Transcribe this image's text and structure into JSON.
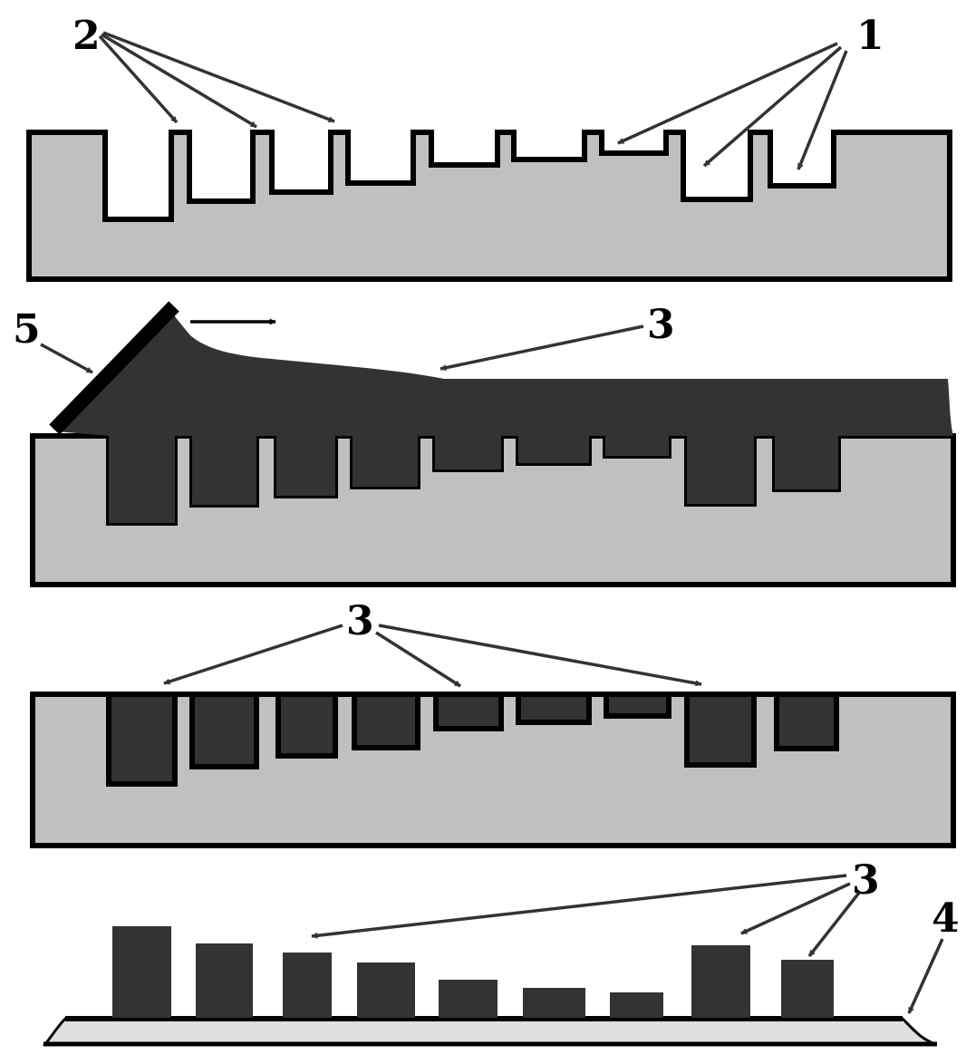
{
  "labels": {
    "one": "1",
    "two": "2",
    "three_a": "3",
    "three_b": "3",
    "three_c": "3",
    "four": "4",
    "five": "5"
  },
  "colors": {
    "mold": "#c0c0c0",
    "resin": "#333333",
    "outline": "#000000",
    "substrate": "#e0e0e0"
  }
}
